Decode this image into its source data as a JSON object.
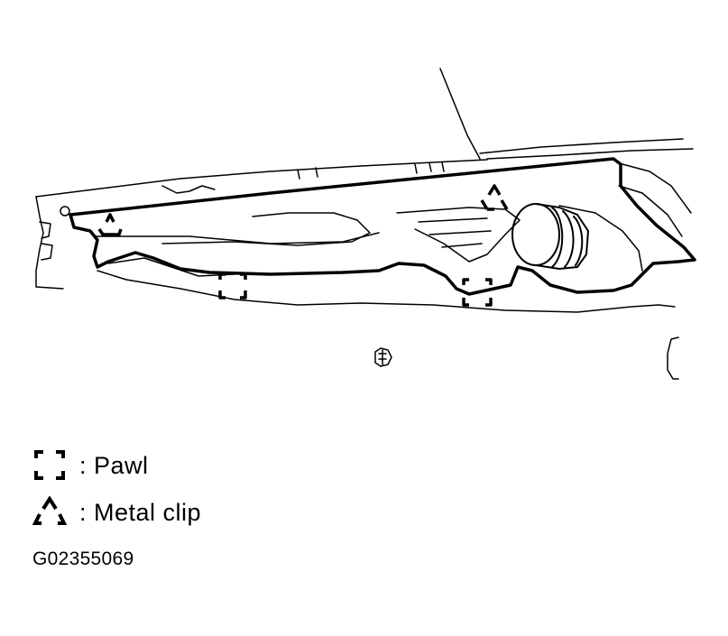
{
  "legend": {
    "pawl": {
      "icon": "pawl-bracket-icon",
      "text": ": Pawl"
    },
    "metal_clip": {
      "icon": "metal-clip-triangle-icon",
      "text": ": Metal clip"
    }
  },
  "figure_code": "G02355069",
  "colors": {
    "line": "#000000",
    "background": "#ffffff"
  }
}
